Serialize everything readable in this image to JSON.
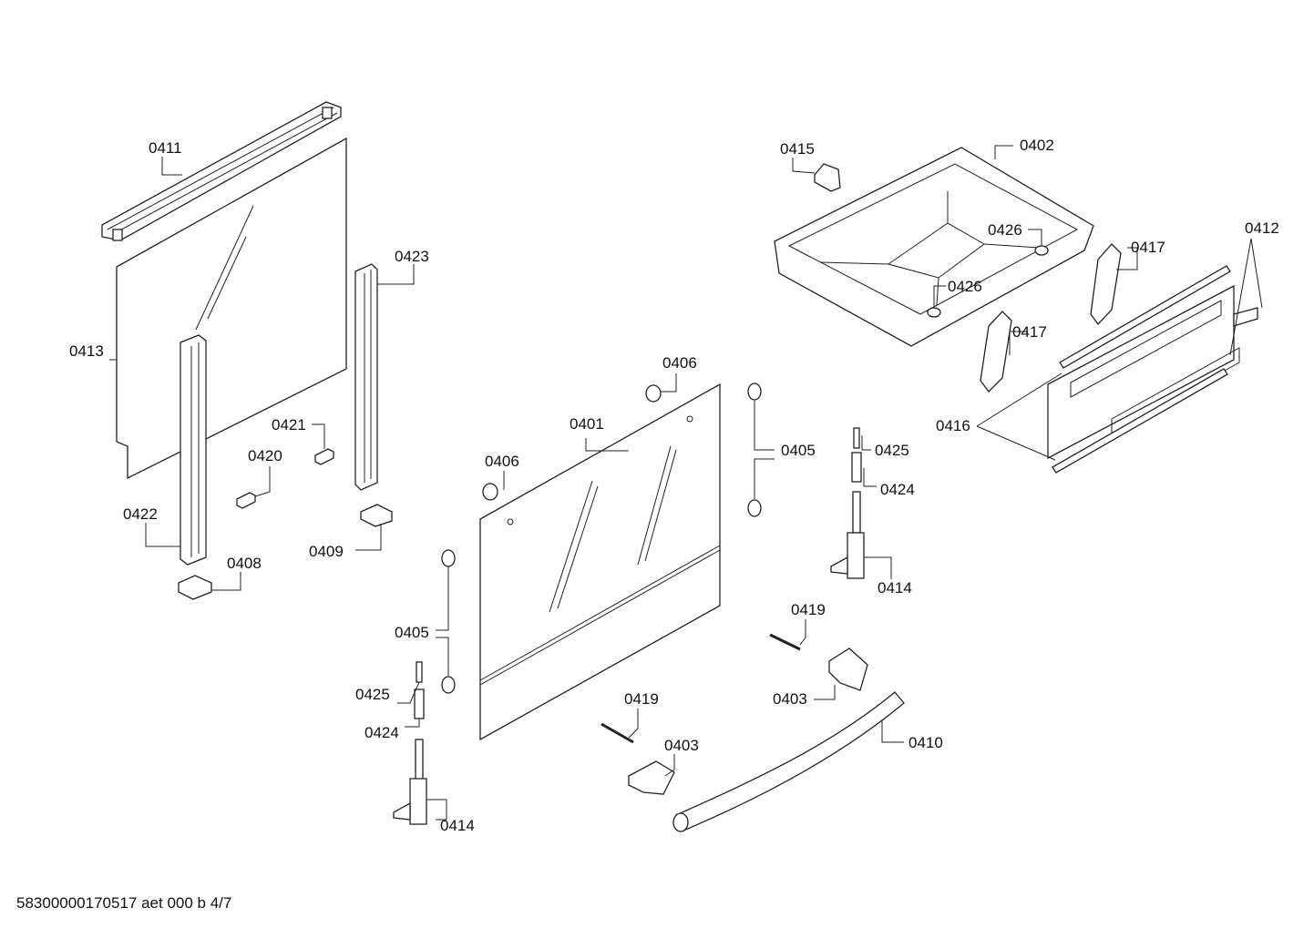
{
  "footer": {
    "code": "58300000170517 aet 000 b 4/7"
  },
  "callouts": {
    "c0411": "0411",
    "c0413": "0413",
    "c0423": "0423",
    "c0421": "0421",
    "c0420": "0420",
    "c0422": "0422",
    "c0408": "0408",
    "c0409": "0409",
    "c0415": "0415",
    "c0402": "0402",
    "c0426a": "0426",
    "c0426b": "0426",
    "c0417a": "0417",
    "c0417b": "0417",
    "c0412": "0412",
    "c0416": "0416",
    "c0406a": "0406",
    "c0406b": "0406",
    "c0401": "0401",
    "c0405a": "0405",
    "c0405b": "0405",
    "c0425a": "0425",
    "c0424a": "0424",
    "c0414a": "0414",
    "c0425b": "0425",
    "c0424b": "0424",
    "c0414b": "0414",
    "c0419a": "0419",
    "c0419b": "0419",
    "c0403a": "0403",
    "c0403b": "0403",
    "c0410": "0410"
  }
}
